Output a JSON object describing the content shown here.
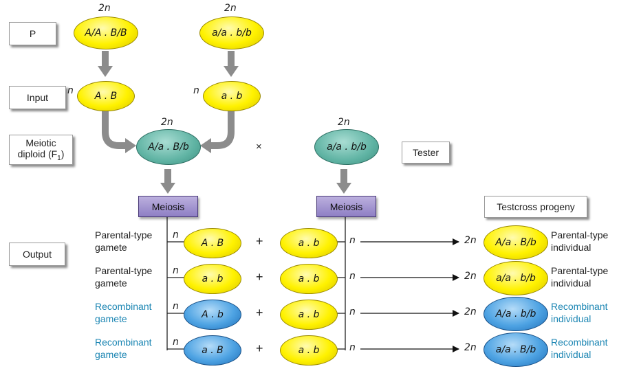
{
  "rows": {
    "p": "P",
    "input": "Input",
    "meiotic_line1": "Meiotic",
    "meiotic_line2": "diploid (F",
    "meiotic_sub": "1",
    "meiotic_close": ")",
    "output": "Output"
  },
  "ploidy": {
    "diploid": "2n",
    "haploid": "n"
  },
  "parents": {
    "left": "A/A . B/B",
    "right": "a/a . b/b"
  },
  "inputs": {
    "left": "A . B",
    "right": "a . b"
  },
  "f1": "A/a . B/b",
  "tester": {
    "genotype": "a/a . b/b",
    "label": "Tester"
  },
  "cross_symbol": "×",
  "meiosis_label": "Meiosis",
  "progeny_header": "Testcross progeny",
  "plus_symbol": "+",
  "output_rows": [
    {
      "type_line1": "Parental-type",
      "type_line2": "gamete",
      "gamete": "A . B",
      "gamete_color": "yellow",
      "tester_gamete": "a . b",
      "progeny": "A/a . B/b",
      "progeny_color": "yellow",
      "ind_line1": "Parental-type",
      "ind_line2": "individual",
      "recombinant": false
    },
    {
      "type_line1": "Parental-type",
      "type_line2": "gamete",
      "gamete": "a . b",
      "gamete_color": "yellow",
      "tester_gamete": "a . b",
      "progeny": "a/a . b/b",
      "progeny_color": "yellow",
      "ind_line1": "Parental-type",
      "ind_line2": "individual",
      "recombinant": false
    },
    {
      "type_line1": "Recombinant",
      "type_line2": "gamete",
      "gamete": "A . b",
      "gamete_color": "blue",
      "tester_gamete": "a . b",
      "progeny": "A/a . b/b",
      "progeny_color": "blue",
      "ind_line1": "Recombinant",
      "ind_line2": "individual",
      "recombinant": true
    },
    {
      "type_line1": "Recombinant",
      "type_line2": "gamete",
      "gamete": "a . B",
      "gamete_color": "blue",
      "tester_gamete": "a . b",
      "progeny": "a/a . B/b",
      "progeny_color": "blue",
      "ind_line1": "Recombinant",
      "ind_line2": "individual",
      "recombinant": true
    }
  ],
  "colors": {
    "arrow_gray": "#8c8c8c",
    "recombinant_text": "#1c86b3",
    "parental_oval": "#fff200",
    "recombinant_oval": "#4ea3e3",
    "diploid_oval": "#5fb3a3",
    "meiosis_box": "#9e90cc"
  }
}
